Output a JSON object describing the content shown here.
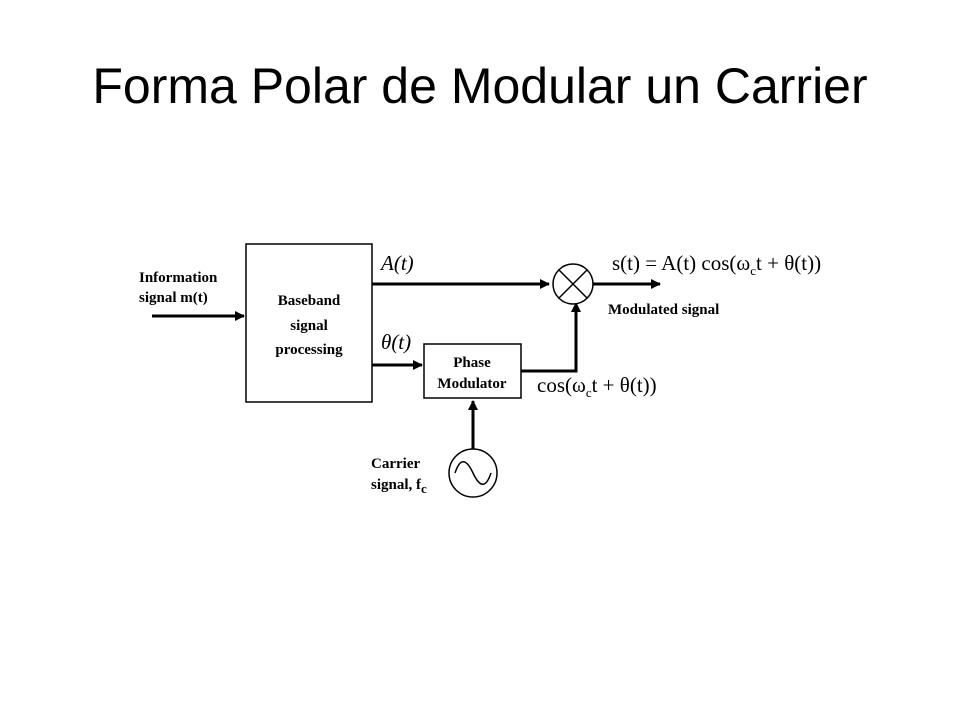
{
  "slide": {
    "title": "Forma Polar de Modular un Carrier"
  },
  "diagram": {
    "input_label_line1": "Information",
    "input_label_line2": "signal m(t)",
    "baseband_line1": "Baseband",
    "baseband_line2": "signal",
    "baseband_line3": "processing",
    "amplitude_label": "A(t)",
    "phase_label": "θ(t)",
    "phase_mod_line1": "Phase",
    "phase_mod_line2": "Modulator",
    "phase_mod_output_prefix": "cos(ω",
    "phase_mod_output_sub": "c",
    "phase_mod_output_suffix": "t + θ(t))",
    "output_eq_prefix": "s(t) = A(t) cos(ω",
    "output_eq_sub": "c",
    "output_eq_suffix": "t + θ(t))",
    "output_label": "Modulated signal",
    "carrier_line1": "Carrier",
    "carrier_line2": "signal, f",
    "carrier_sub": "c"
  }
}
